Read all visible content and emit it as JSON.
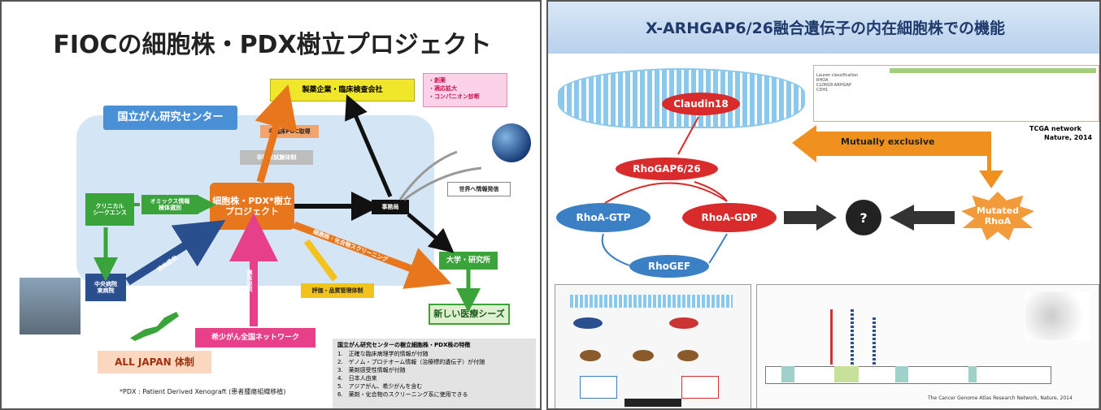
{
  "left": {
    "title": "FIOCの細胞株・PDX樹立プロジェクト",
    "center_label": "国立がん研究センター",
    "boxes": {
      "pharma": "製薬企業・臨床検査会社",
      "pink_list": [
        "・創薬",
        "・適応拡大",
        "・コンパニオン診断"
      ],
      "poc": "非臨床POC取得",
      "preclinical": "非臨床試験体制",
      "main": "細胞株・PDX*樹立\nプロジェクト",
      "office": "事務局",
      "world": "世界へ情報発信",
      "clinical_seq": "クリニカル\nシークエンス",
      "omics": "オミックス情報\n検体選別",
      "hospital": "中央病院\n東病院",
      "univ": "大学・研究所",
      "seeds": "新しい医療シーズ",
      "eval": "評価・品質管理体制",
      "rare_network": "希少がん全国ネットワーク",
      "all_japan": "ALL JAPAN 体制",
      "footnote": "*PDX : Patient Derived Xenograft (患者腫瘍組織移植)",
      "arrow_label_1": "検体提供",
      "arrow_label_2": "検体提供",
      "arrow_label_3": "細胞株・化合物スクリーニング"
    },
    "features": {
      "heading": "国立がん研究センターの樹立細胞株・PDX株の特徴",
      "items": [
        "1.　正確な臨床病理学的情報が付随",
        "2.　ゲノム・プロテオーム情報（治療標的遺伝子）が付随",
        "3.　薬剤感受性情報が付随",
        "4.　日本人由来",
        "5.　アジアがん、希少がんを含む",
        "6.　薬剤・化合物のスクリーニング系に使用できる"
      ]
    }
  },
  "right": {
    "title": "X-ARHGAP6/26融合遺伝子の内在細胞株での機能",
    "nodes": {
      "claudin": "Claudin18",
      "rhogap": "RhoGAP6/26",
      "rhoa_gtp": "RhoA-GTP",
      "rhoa_gdp": "RhoA-GDP",
      "rhogef": "RhoGEF",
      "question": "?",
      "mutated": "Mutated\nRhoA",
      "mutually": "Mutually exclusive"
    },
    "tcga": {
      "credit_1": "TCGA network",
      "credit_2": "Nature, 2014",
      "rows": [
        "Lauren classification",
        "RHOA",
        "CLDN18-ARHGAP",
        "CDH1"
      ]
    },
    "bottom_right_credit": "The Cancer Genome Atlas Research Network, Nature, 2014"
  },
  "colors": {
    "orange": "#e8761c",
    "navy_box": "#2a4f8f",
    "green": "#3aa33a",
    "pink": "#e83f8b",
    "red_node": "#d92b2b",
    "blue_node": "#3b7fc4",
    "yellow": "#f0e62a"
  }
}
